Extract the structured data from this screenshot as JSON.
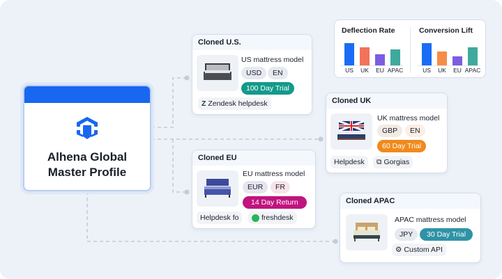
{
  "master": {
    "title_line1": "Alhena Global",
    "title_line2": "Master Profile",
    "icon": "alhena-logo-icon",
    "accent": "#1867f0"
  },
  "charts": [
    {
      "title": "Deflection Rate",
      "categories": [
        "US",
        "UK",
        "EU",
        "APAC"
      ],
      "values": [
        100,
        82,
        50,
        72
      ],
      "colors": [
        "#1a6cf5",
        "#f2725a",
        "#7c5de0",
        "#3fa99d"
      ]
    },
    {
      "title": "Conversion Lift",
      "categories": [
        "US",
        "UK",
        "EU",
        "APAC"
      ],
      "values": [
        100,
        62,
        42,
        80
      ],
      "colors": [
        "#1a6cf5",
        "#f58d45",
        "#7c5de0",
        "#3fa99d"
      ]
    }
  ],
  "clones": {
    "us": {
      "title": "Cloned U.S.",
      "model": "US mattress model",
      "currency": "USD",
      "language": "EN",
      "policy": "100 Day Trial",
      "policy_color": "#139a8a",
      "helpdesk": "Zendesk helpdesk"
    },
    "uk": {
      "title": "Cloned UK",
      "model": "UK mattress model",
      "currency": "GBP",
      "language": "EN",
      "policy": "60 Day Trial",
      "policy_color": "#f08a1c",
      "helpdesk_label": "Helpdesk",
      "helpdesk": "Gorgias"
    },
    "eu": {
      "title": "Cloned EU",
      "model": "EU mattress model",
      "currency": "EUR",
      "language": "FR",
      "policy": "14 Day Return",
      "policy_color": "#c0147f",
      "helpdesk_label": "Helpdesk fo",
      "helpdesk": "freshdesk"
    },
    "apac": {
      "title": "Cloned APAC",
      "model": "APAC mattress model",
      "currency": "JPY",
      "policy": "30 Day Trial",
      "policy_color": "#2f93a6",
      "helpdesk": "Custom API"
    }
  }
}
